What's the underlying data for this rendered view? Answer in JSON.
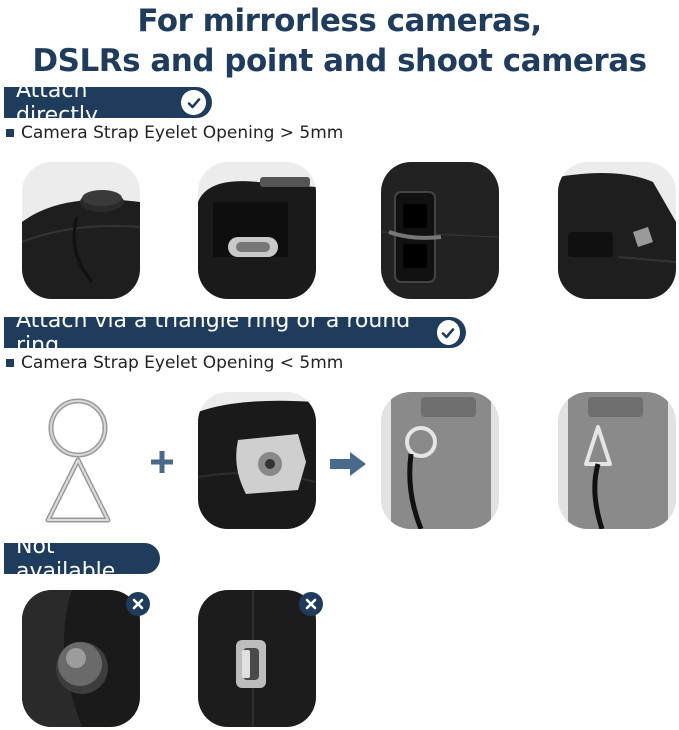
{
  "headline": {
    "line1": "For mirrorless cameras,",
    "line2": "DSLRs and point and shoot cameras"
  },
  "sections": [
    {
      "label": "Attach directly",
      "note": "Camera Strap Eyelet Opening > 5mm",
      "badge_icon": "check-icon"
    },
    {
      "label": "Attach via a triangle ring or a round ring",
      "note": "Camera Strap Eyelet Opening < 5mm",
      "badge_icon": "check-icon"
    },
    {
      "label": "Not available",
      "badge_icon": "close-icon"
    }
  ],
  "colors": {
    "accent": "#1f3c5c",
    "arrow": "#4a6a8c",
    "camera_body": "#1a1a1a"
  }
}
